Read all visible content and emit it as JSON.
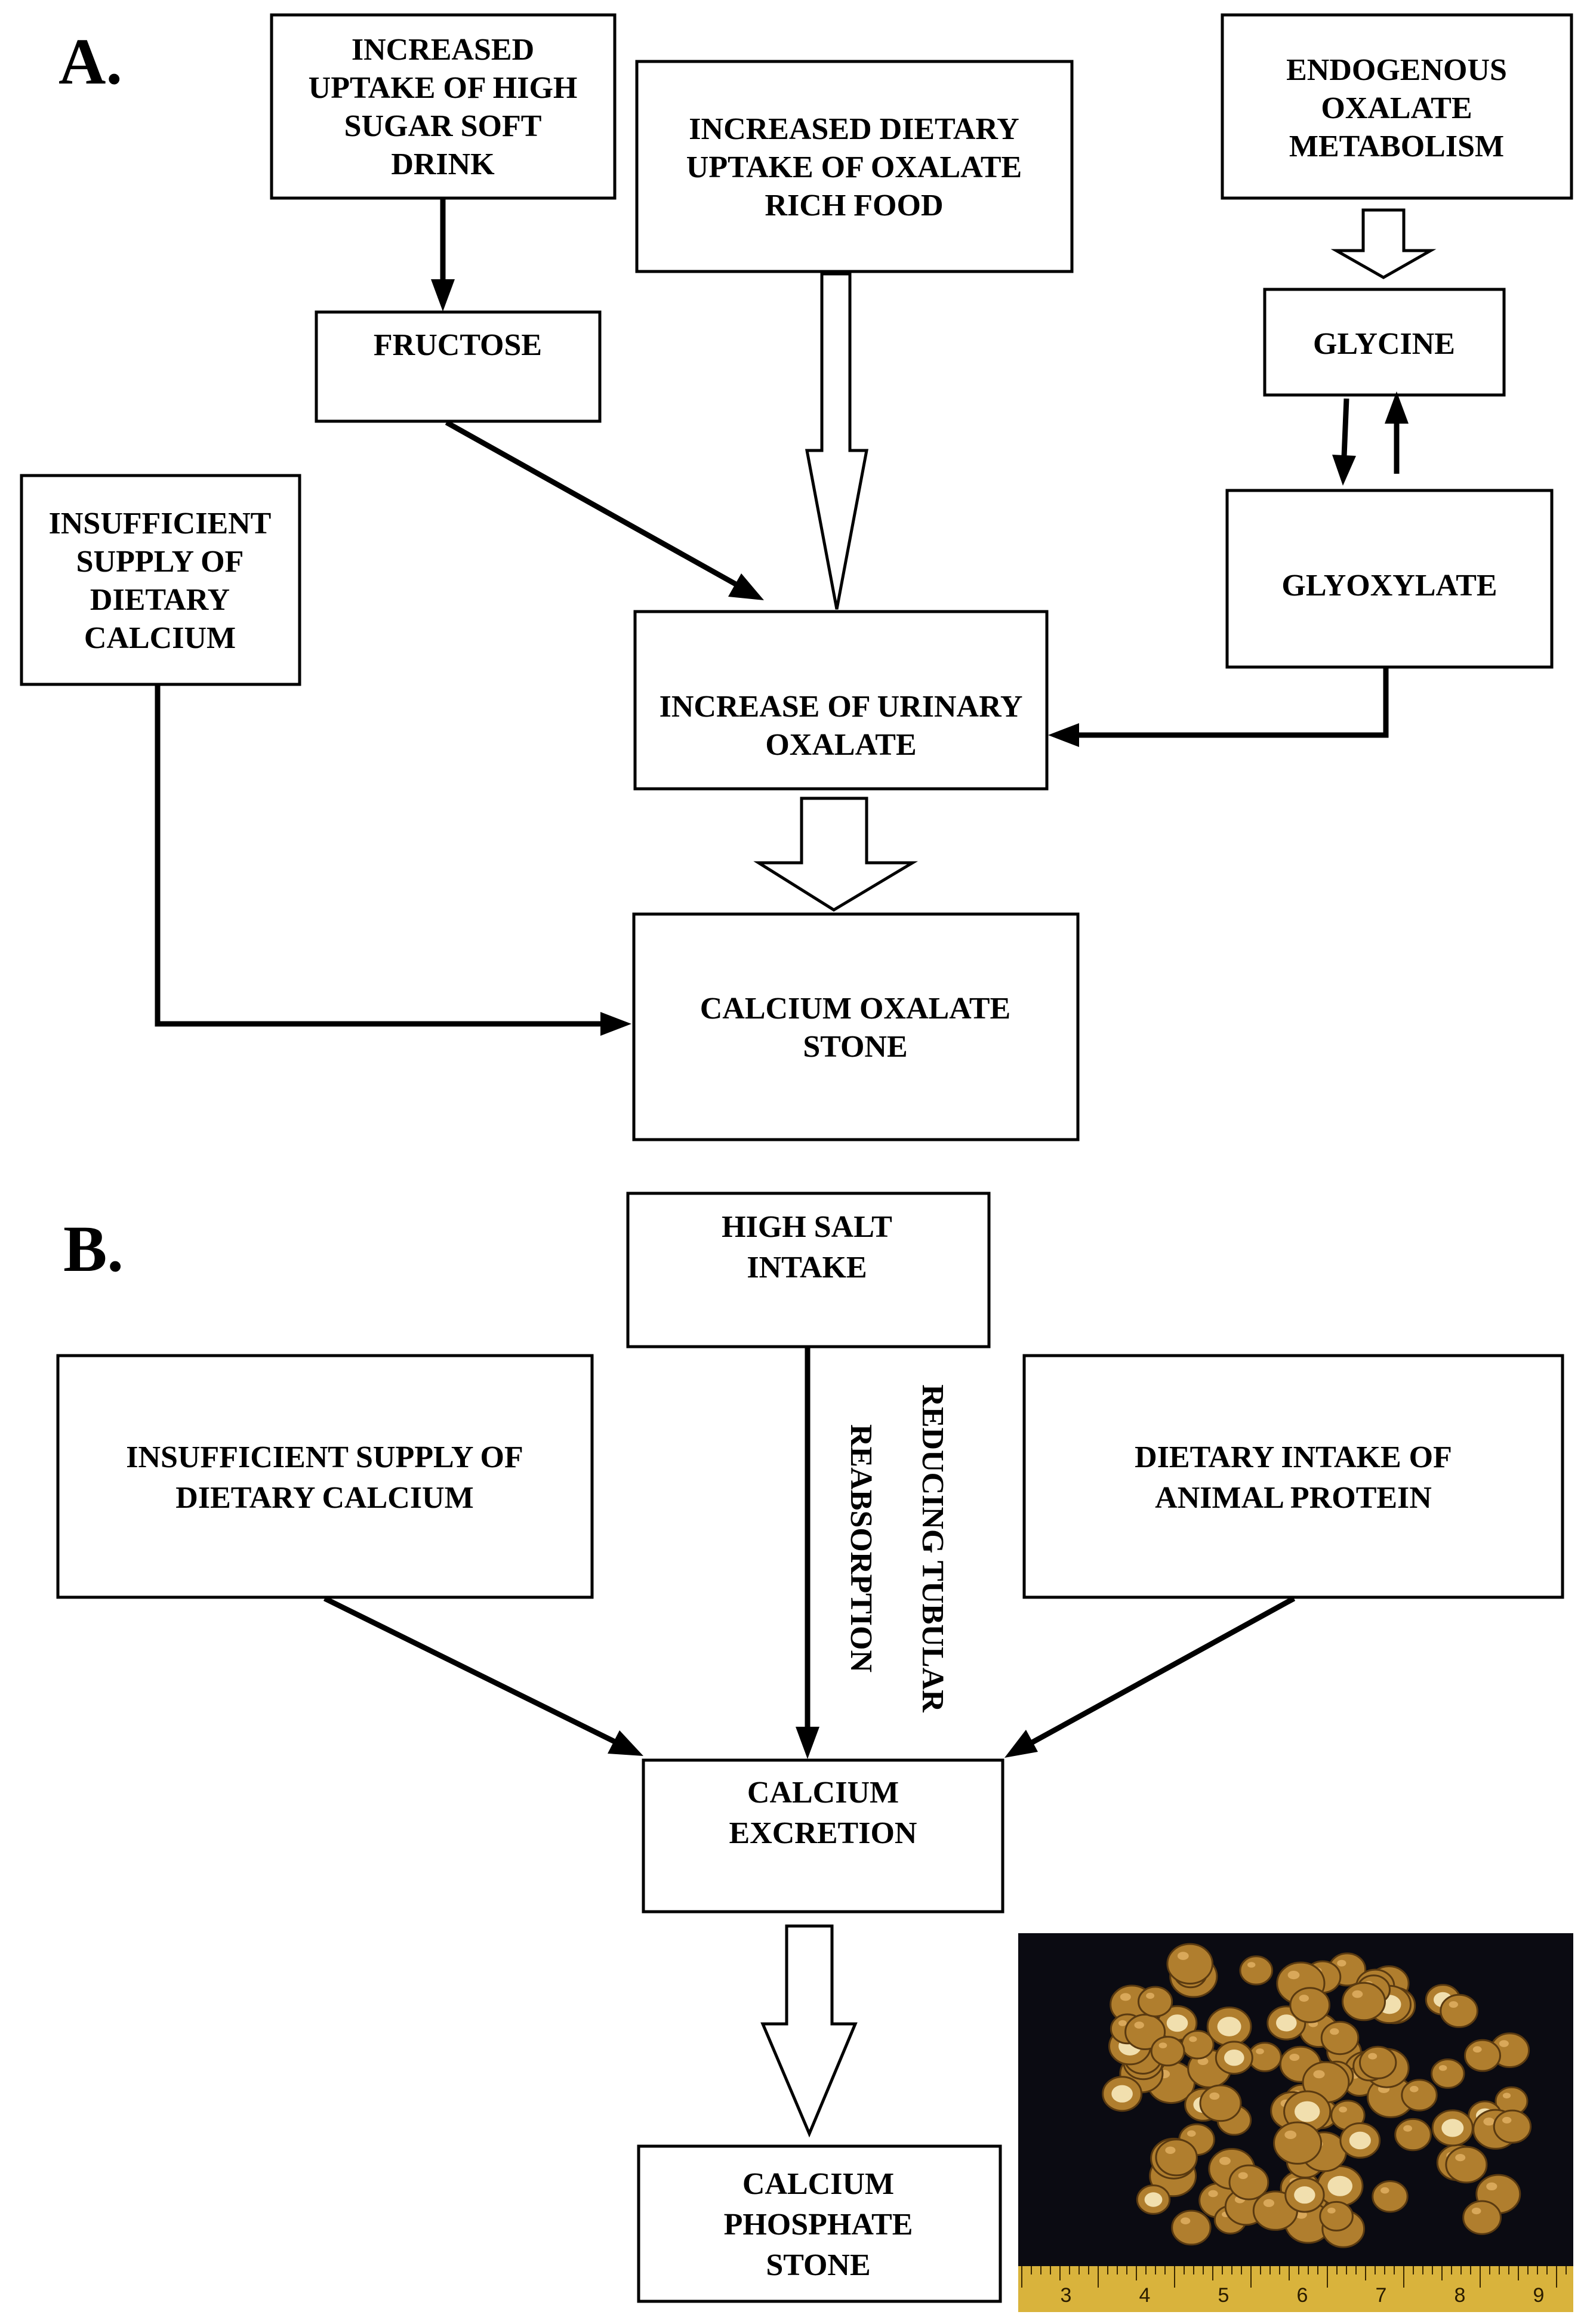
{
  "panels": {
    "a": "A.",
    "b": "B."
  },
  "nodes": {
    "soft_drink": [
      "INCREASED",
      "UPTAKE OF HIGH",
      "SUGAR SOFT",
      "DRINK"
    ],
    "oxalate_food": [
      "INCREASED DIETARY",
      "UPTAKE OF OXALATE",
      "RICH FOOD"
    ],
    "endogenous": [
      "ENDOGENOUS",
      "OXALATE",
      "METABOLISM"
    ],
    "fructose": [
      "FRUCTOSE"
    ],
    "glycine": [
      "GLYCINE"
    ],
    "glyoxylate": [
      "GLYOXYLATE"
    ],
    "insufficient_calcium_a": [
      "INSUFFICIENT",
      "SUPPLY OF",
      "DIETARY",
      "CALCIUM"
    ],
    "urinary_oxalate": [
      "INCREASE OF URINARY",
      "OXALATE"
    ],
    "calcium_oxalate_stone": [
      "CALCIUM OXALATE",
      "STONE"
    ],
    "high_salt": [
      "HIGH SALT",
      "INTAKE"
    ],
    "insufficient_calcium_b": [
      "INSUFFICIENT SUPPLY OF",
      "DIETARY CALCIUM"
    ],
    "animal_protein": [
      "DIETARY INTAKE OF",
      "ANIMAL PROTEIN"
    ],
    "calcium_excretion": [
      "CALCIUM",
      "EXCRETION"
    ],
    "calcium_phosphate_stone": [
      "CALCIUM",
      "PHOSPHATE",
      "STONE"
    ]
  },
  "edge_labels": {
    "salt_to_excretion": [
      "REDUCING TUBULAR",
      "REABSORPTION"
    ]
  },
  "photo": {
    "name": "calcium-stones-photo",
    "background_color": "#0b0b12",
    "stone_color": "#b07e2e",
    "ruler_color": "#d9b33c",
    "ruler_numbers": [
      "3",
      "4",
      "5",
      "6",
      "7",
      "8",
      "9"
    ]
  }
}
